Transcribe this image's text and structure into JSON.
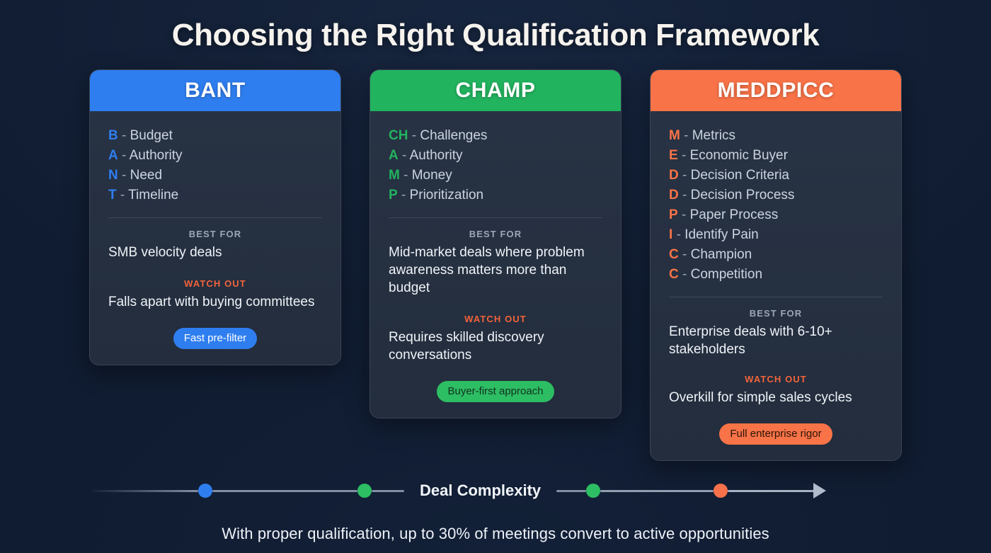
{
  "page": {
    "title": "Choosing the Right Qualification Framework",
    "footer_note": "With proper qualification, up to 30% of meetings convert to active opportunities",
    "background_color": "#101c31"
  },
  "labels": {
    "best_for": "BEST FOR",
    "watch_out": "WATCH OUT",
    "dash": "-"
  },
  "cards": [
    {
      "name": "BANT",
      "accent_color": "#2f7ef0",
      "header_text_color": "#ffffff",
      "letters": [
        {
          "key": "B",
          "term": "Budget"
        },
        {
          "key": "A",
          "term": "Authority"
        },
        {
          "key": "N",
          "term": "Need"
        },
        {
          "key": "T",
          "term": "Timeline"
        }
      ],
      "best_for": "SMB velocity deals",
      "watch_out": "Falls apart with buying committees",
      "badge": {
        "text": "Fast pre-filter",
        "background": "#2f7ef0",
        "text_color": "#ffffff"
      }
    },
    {
      "name": "CHAMP",
      "accent_color": "#22b35f",
      "header_text_color": "#ffffff",
      "letters": [
        {
          "key": "CH",
          "term": "Challenges"
        },
        {
          "key": "A",
          "term": "Authority"
        },
        {
          "key": "M",
          "term": "Money"
        },
        {
          "key": "P",
          "term": "Prioritization"
        }
      ],
      "best_for": "Mid-market deals where problem awareness matters more than budget",
      "watch_out": "Requires skilled discovery conversations",
      "badge": {
        "text": "Buyer-first approach",
        "background": "#2dbd63",
        "text_color": "#12331f"
      }
    },
    {
      "name": "MEDDPICC",
      "accent_color": "#f87347",
      "header_text_color": "#ffffff",
      "letters": [
        {
          "key": "M",
          "term": "Metrics"
        },
        {
          "key": "E",
          "term": "Economic Buyer"
        },
        {
          "key": "D",
          "term": "Decision Criteria"
        },
        {
          "key": "D",
          "term": "Decision Process"
        },
        {
          "key": "P",
          "term": "Paper Process"
        },
        {
          "key": "I",
          "term": "Identify Pain"
        },
        {
          "key": "C",
          "term": "Champion"
        },
        {
          "key": "C",
          "term": "Competition"
        }
      ],
      "best_for": "Enterprise deals with 6-10+ stakeholders",
      "watch_out": "Overkill for simple sales cycles",
      "badge": {
        "text": "Full enterprise rigor",
        "background": "#f87347",
        "text_color": "#2a1408"
      }
    }
  ],
  "spectrum": {
    "label": "Deal Complexity",
    "markers": [
      {
        "name": "BANT",
        "color": "#2f7ef0"
      },
      {
        "name": "CHAMP",
        "color": "#2dbd63"
      },
      {
        "name": "CHAMP-right",
        "color": "#2dbd63"
      },
      {
        "name": "MEDDPICC",
        "color": "#f8714a"
      }
    ],
    "arrow_icon": "arrow-right-icon"
  }
}
